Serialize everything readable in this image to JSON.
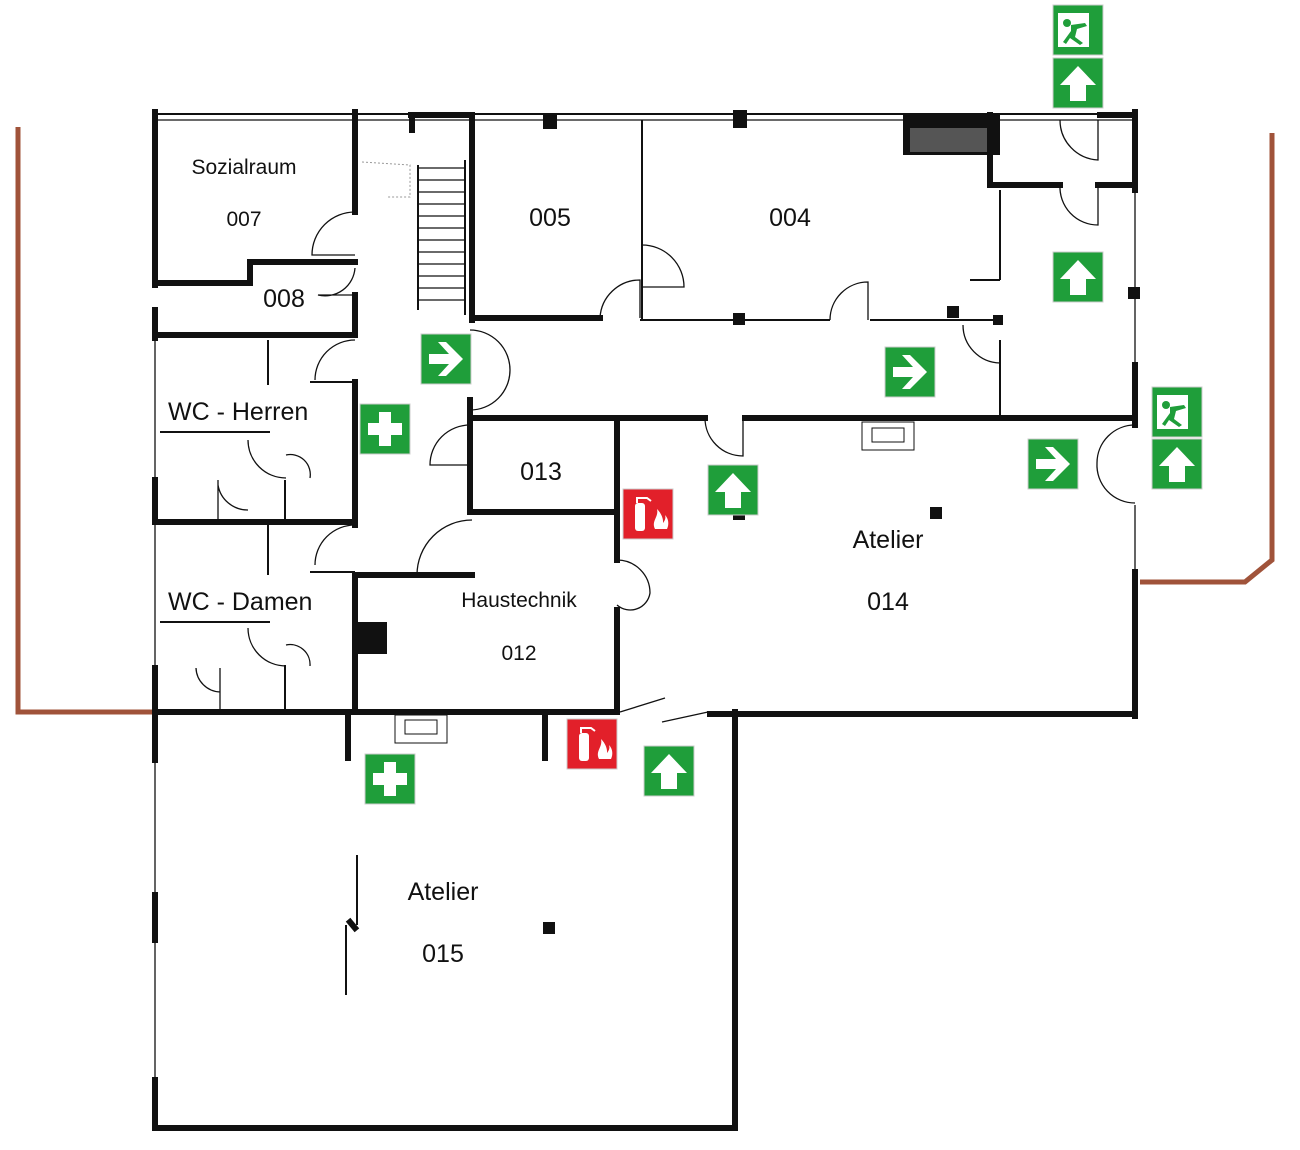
{
  "rooms": {
    "r007": {
      "name": "Sozialraum",
      "number": "007"
    },
    "r008": {
      "number": "008"
    },
    "wc_herren": {
      "name": "WC - Herren"
    },
    "wc_damen": {
      "name": "WC - Damen"
    },
    "r005": {
      "number": "005"
    },
    "r004": {
      "number": "004"
    },
    "r013": {
      "number": "013"
    },
    "r012": {
      "name": "Haustechnik",
      "number": "012"
    },
    "r014": {
      "name": "Atelier",
      "number": "014"
    },
    "r015": {
      "name": "Atelier",
      "number": "015"
    }
  },
  "colors": {
    "sign_green": "#1f9e3a",
    "sign_red": "#e2202a",
    "boundary": "#a0533a",
    "wall": "#111111"
  },
  "signs": [
    "emergency-exit-icon",
    "arrow-up-icon",
    "arrow-right-icon",
    "first-aid-icon",
    "fire-extinguisher-icon"
  ]
}
